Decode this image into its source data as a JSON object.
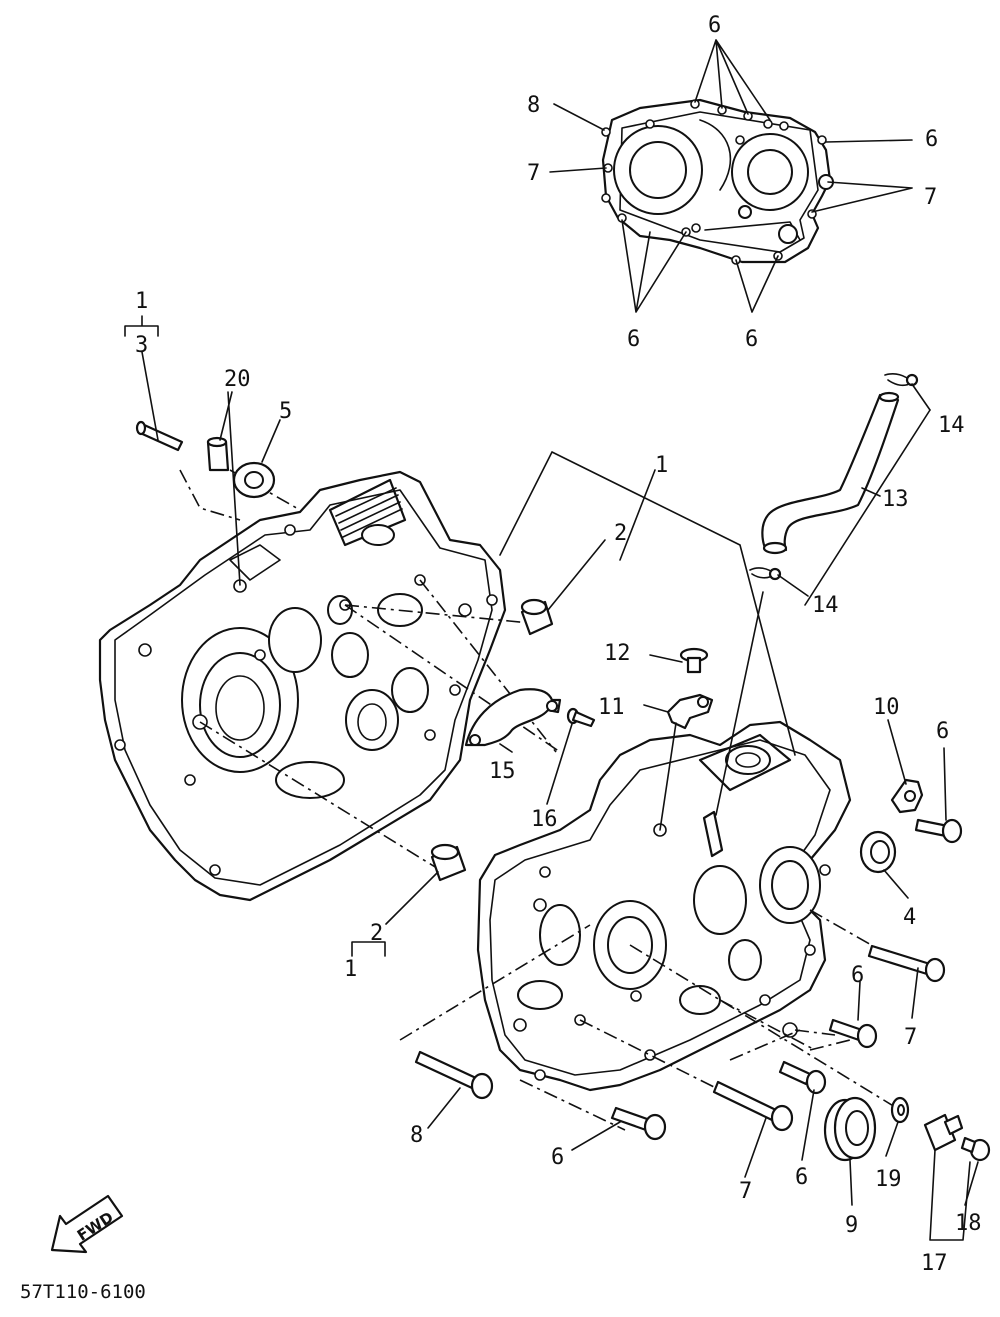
{
  "diagram": {
    "catalog_code": "57T110-6100",
    "fwd_label": "FWD",
    "callouts": [
      {
        "id": "c6a",
        "text": "6"
      },
      {
        "id": "c8a",
        "text": "8"
      },
      {
        "id": "c7a",
        "text": "7"
      },
      {
        "id": "c6b",
        "text": "6"
      },
      {
        "id": "c7b",
        "text": "7"
      },
      {
        "id": "c6c",
        "text": "6"
      },
      {
        "id": "c6d",
        "text": "6"
      },
      {
        "id": "c1a",
        "text": "1"
      },
      {
        "id": "c3",
        "text": "3"
      },
      {
        "id": "c20",
        "text": "20"
      },
      {
        "id": "c5",
        "text": "5"
      },
      {
        "id": "c14a",
        "text": "14"
      },
      {
        "id": "c13",
        "text": "13"
      },
      {
        "id": "c1b",
        "text": "1"
      },
      {
        "id": "c2a",
        "text": "2"
      },
      {
        "id": "c14b",
        "text": "14"
      },
      {
        "id": "c12",
        "text": "12"
      },
      {
        "id": "c11",
        "text": "11"
      },
      {
        "id": "c10",
        "text": "10"
      },
      {
        "id": "c6e",
        "text": "6"
      },
      {
        "id": "c15",
        "text": "15"
      },
      {
        "id": "c16",
        "text": "16"
      },
      {
        "id": "c4",
        "text": "4"
      },
      {
        "id": "c2b",
        "text": "2"
      },
      {
        "id": "c1c",
        "text": "1"
      },
      {
        "id": "c6f",
        "text": "6"
      },
      {
        "id": "c7c",
        "text": "7"
      },
      {
        "id": "c8b",
        "text": "8"
      },
      {
        "id": "c6g",
        "text": "6"
      },
      {
        "id": "c7d",
        "text": "7"
      },
      {
        "id": "c6h",
        "text": "6"
      },
      {
        "id": "c19",
        "text": "19"
      },
      {
        "id": "c9",
        "text": "9"
      },
      {
        "id": "c18",
        "text": "18"
      },
      {
        "id": "c17",
        "text": "17"
      }
    ]
  }
}
